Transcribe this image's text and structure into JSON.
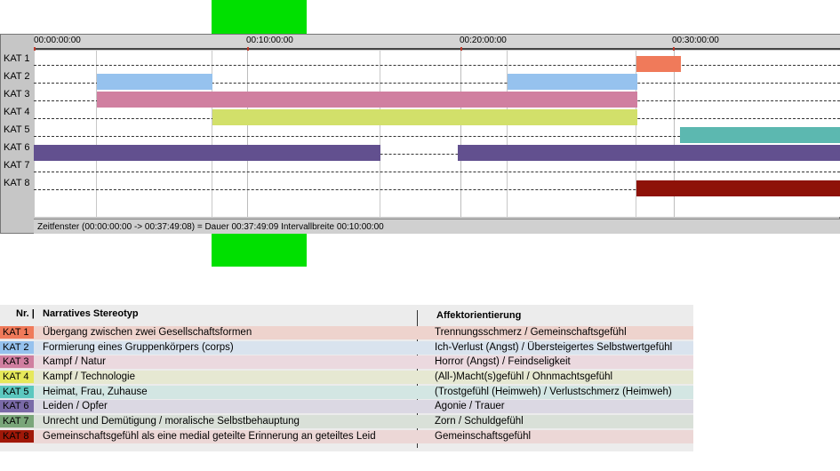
{
  "timeline": {
    "ticks": [
      "00:00:00:00",
      "00:10:00:00",
      "00:20:00:00",
      "00:30:00:00"
    ],
    "rows": [
      "KAT 1",
      "KAT 2",
      "KAT 3",
      "KAT 4",
      "KAT 5",
      "KAT 6",
      "KAT 7",
      "KAT 8"
    ],
    "status_text": "Zeitfenster (00:00:00:00 -> 00:37:49:08) = Dauer 00:37:49:09    Intervallbreite 00:10:00:00"
  },
  "colors": {
    "kat1": "#f07a5a",
    "kat2": "#96c2ee",
    "kat3": "#d07fa0",
    "kat4": "#d2e06a",
    "kat5": "#5cb8b0",
    "kat6": "#62508f",
    "kat8": "#8e1208",
    "marker": "#00e000"
  },
  "legend": {
    "header_nr": "Nr. |",
    "header_stereotyp": "Narratives Stereotyp",
    "header_affekt": "Affektorientierung",
    "rows": [
      {
        "tag": "KAT 1",
        "stereotyp": "Übergang zwischen zwei Gesellschaftsformen",
        "affekt": "Trennungsschmerz / Gemeinschaftsgefühl",
        "tag_color": "#f07a5a",
        "row_color": "#eed3cd"
      },
      {
        "tag": "KAT 2",
        "stereotyp": "Formierung eines Gruppenkörpers (corps)",
        "affekt": "Ich-Verlust (Angst) / Übersteigertes Selbstwertgefühl",
        "tag_color": "#96c2ee",
        "row_color": "#d9e3ee"
      },
      {
        "tag": "KAT 3",
        "stereotyp": "Kampf / Natur",
        "affekt": "Horror (Angst) / Feindseligkeit",
        "tag_color": "#d07fa0",
        "row_color": "#ebd9df"
      },
      {
        "tag": "KAT 4",
        "stereotyp": "Kampf / Technologie",
        "affekt": "(All-)Macht(s)gefühl / Ohnmachtsgefühl",
        "tag_color": "#e6e85a",
        "row_color": "#e6e8d2"
      },
      {
        "tag": "KAT 5",
        "stereotyp": "Heimat, Frau, Zuhause",
        "affekt": "(Trostgefühl (Heimweh) / Verlustschmerz (Heimweh)",
        "tag_color": "#5cc8c0",
        "row_color": "#d3e6e3"
      },
      {
        "tag": "KAT 6",
        "stereotyp": "Leiden / Opfer",
        "affekt": "Agonie / Trauer",
        "tag_color": "#7a6aa8",
        "row_color": "#dbd8e3"
      },
      {
        "tag": "KAT 7",
        "stereotyp": "Unrecht und Demütigung / moralische Selbstbehauptung",
        "affekt": "Zorn / Schuldgefühl",
        "tag_color": "#7aa67a",
        "row_color": "#d9e0d8"
      },
      {
        "tag": "KAT 8",
        "stereotyp": "Gemeinschaftsgefühl als eine medial geteilte Erinnerung an geteiltes Leid",
        "affekt": "Gemeinschaftsgefühl",
        "tag_color": "#a01808",
        "row_color": "#ecd7d6"
      }
    ]
  }
}
